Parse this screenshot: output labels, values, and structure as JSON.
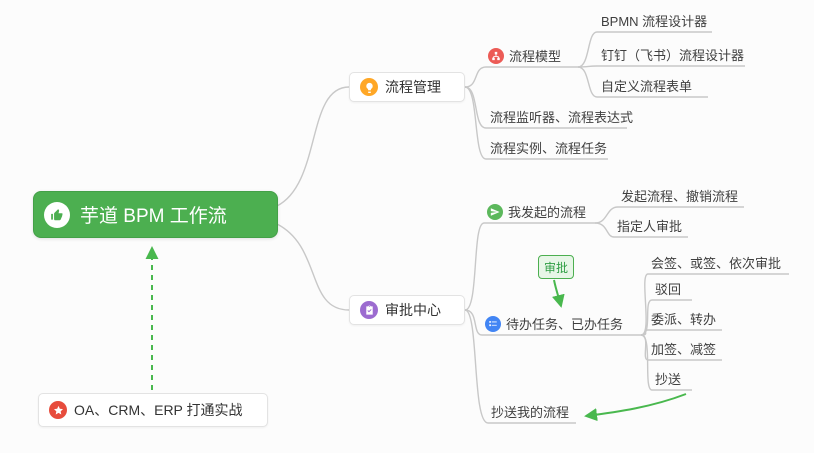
{
  "root": {
    "label": "芋道 BPM 工作流"
  },
  "mgmt": {
    "label": "流程管理",
    "model": {
      "label": "流程模型",
      "children": [
        "BPMN 流程设计器",
        "钉钉（飞书）流程设计器",
        "自定义流程表单"
      ]
    },
    "listener": "流程监听器、流程表达式",
    "instance": "流程实例、流程任务"
  },
  "approval": {
    "label": "审批中心",
    "my_initiated": {
      "label": "我发起的流程",
      "children": [
        "发起流程、撤销流程",
        "指定人审批"
      ]
    },
    "tasks": {
      "label": "待办任务、已办任务",
      "children": [
        "会签、或签、依次审批",
        "驳回",
        "委派、转办",
        "加签、减签",
        "抄送"
      ]
    },
    "cc": "抄送我的流程"
  },
  "badge": {
    "label": "审批"
  },
  "footer": {
    "label": "OA、CRM、ERP 打通实战"
  },
  "icons": {
    "root": "thumbs-up-icon",
    "mgmt": "lightbulb-icon",
    "model": "sitemap-icon",
    "approval": "clipboard-check-icon",
    "my_initiated": "paper-plane-icon",
    "tasks": "checklist-icon",
    "footer": "star-icon"
  },
  "colors": {
    "root_green": "#4caf50",
    "arrow_green": "#49b84e",
    "line_gray": "#c8c8c8",
    "icon_orange": "#ffa726",
    "icon_red": "#ec5b56",
    "icon_green": "#5cb85c",
    "icon_blue": "#4285f4",
    "icon_purple": "#9c6bd0",
    "icon_crimson": "#e74c3c"
  }
}
